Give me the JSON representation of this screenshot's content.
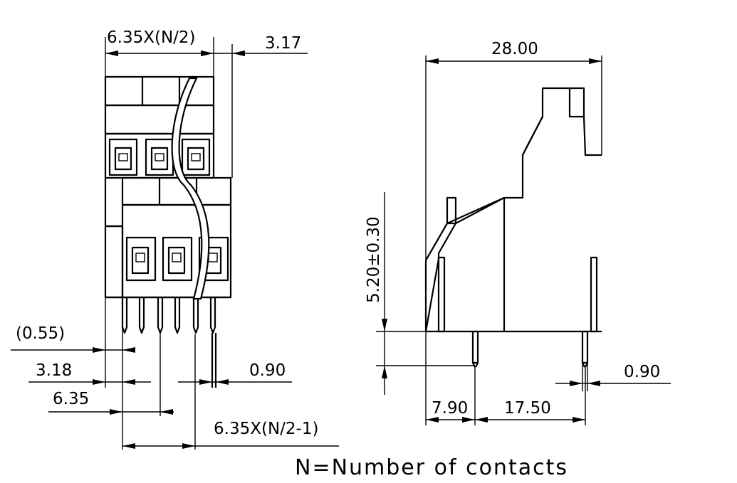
{
  "drawing": {
    "dimensions": {
      "pitch_span_top": "6.35X(N/2)",
      "offset_top_right": "3.17",
      "overall_width": "28.00",
      "pin_length": "5.20±0.30",
      "offset_055": "(0.55)",
      "offset_318": "3.18",
      "pitch_635": "6.35",
      "pin_width_left": "0.90",
      "pitch_span_bottom": "6.35X(N/2-1)",
      "pin_width_right": "0.90",
      "pin_pos_front": "7.90",
      "pin_spacing": "17.50"
    },
    "note": "N=Number of contacts"
  }
}
